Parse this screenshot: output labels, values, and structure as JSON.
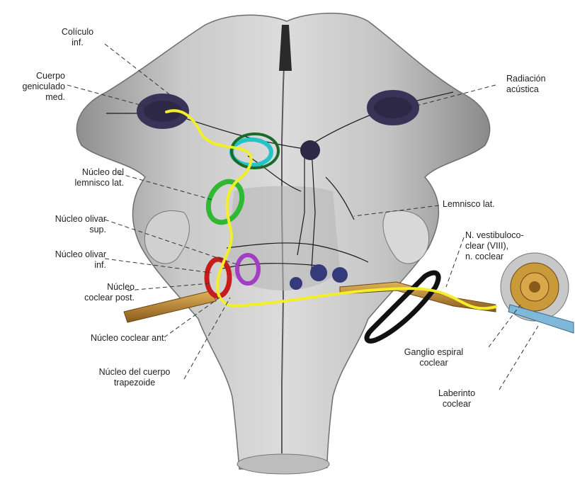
{
  "labels": {
    "colliculo": "Colículo\ninf.",
    "cuerpo_geniculado": "Cuerpo\ngeniculado\nmed.",
    "radiacion": "Radiación\nacústica",
    "nucleo_lemnisco": "Núcleo del\nlemnisco lat.",
    "lemnisco_lat": "Lemnisco lat.",
    "olivar_sup": "Núcleo olivar\nsup.",
    "olivar_inf": "Núcleo olivar\ninf.",
    "n_vestibulococlear": "N. vestibuloco-\nclear (VIII),\nn. coclear",
    "coclear_post": "Núcleo\ncoclear post.",
    "coclear_ant": "Núcleo coclear ant.",
    "cuerpo_trapezoide": "Núcleo del cuerpo\ntrapezoide",
    "ganglio_espiral": "Ganglio espiral\ncoclear",
    "laberinto": "Laberinto\ncoclear"
  },
  "colors": {
    "pathway": "#f2ee2a",
    "geniculate_ring": "#3a3358",
    "colliculus_ring": "#22c4c8",
    "lemniscus_ring": "#2fb832",
    "olive_ring": "#a23dc4",
    "cochlear_ring": "#c81c1c",
    "nerve": "#b88a3a"
  }
}
